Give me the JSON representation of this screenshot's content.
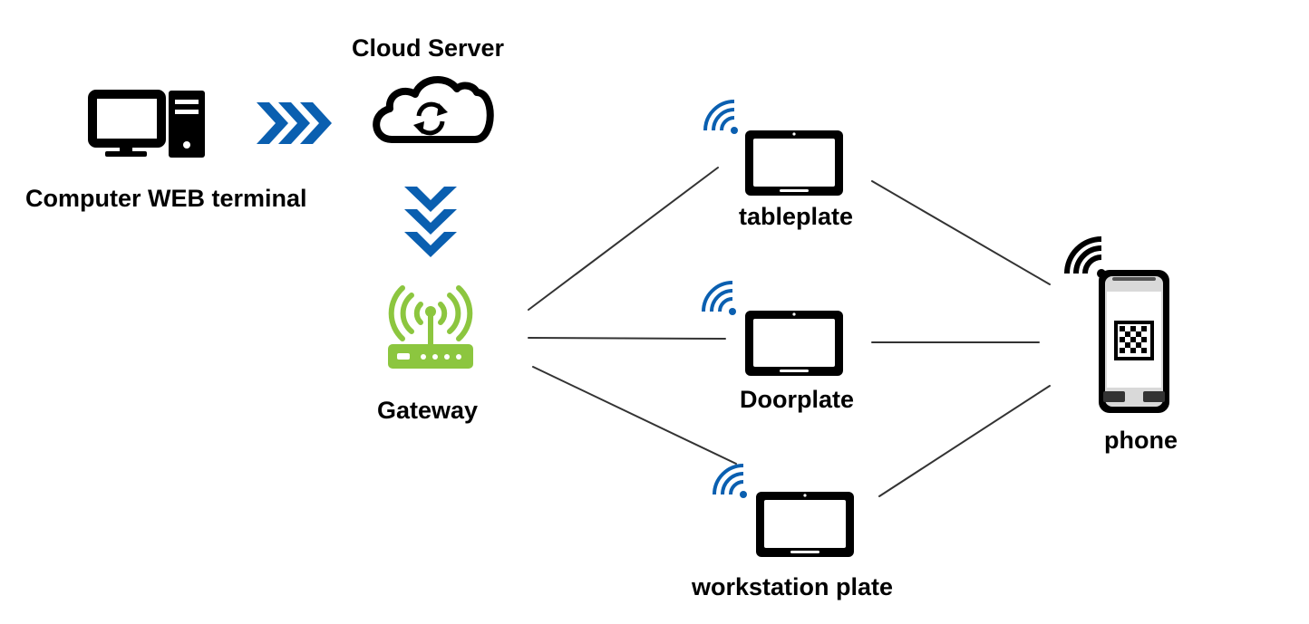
{
  "colors": {
    "icon": "#000000",
    "accent_blue": "#0a5fb0",
    "router_green": "#8cc63f",
    "connector_line": "#333333",
    "background": "#ffffff"
  },
  "nodes": {
    "computer": {
      "label": "Computer WEB terminal",
      "icon": "desktop-computer-icon"
    },
    "cloud": {
      "label": "Cloud Server",
      "icon": "cloud-sync-icon"
    },
    "gateway": {
      "label": "Gateway",
      "icon": "wifi-router-icon"
    },
    "tableplate": {
      "label": "tableplate",
      "icon": "tablet-icon"
    },
    "doorplate": {
      "label": "Doorplate",
      "icon": "tablet-icon"
    },
    "workstation": {
      "label": "workstation plate",
      "icon": "tablet-icon"
    },
    "phone": {
      "label": "phone",
      "icon": "smartphone-qr-icon"
    }
  }
}
